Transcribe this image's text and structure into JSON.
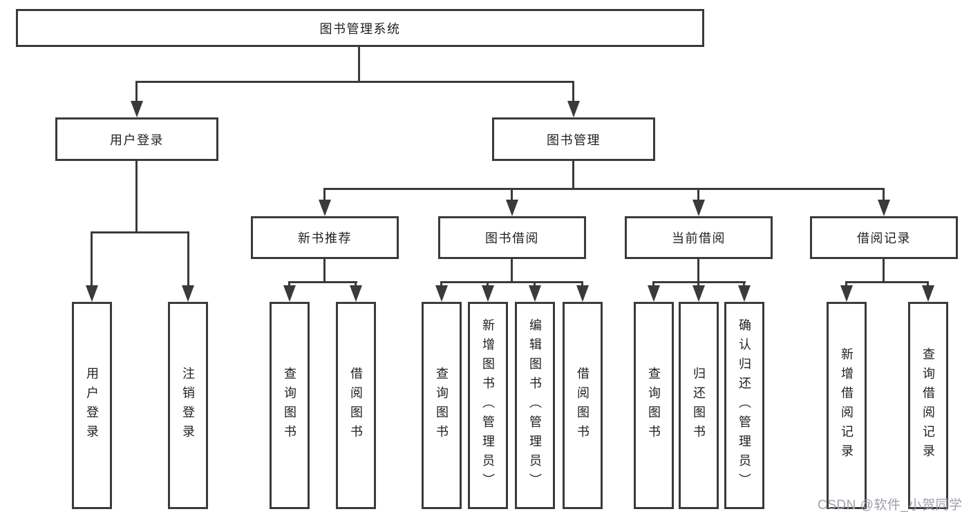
{
  "tree": {
    "root": {
      "label": "图书管理系统"
    },
    "children": [
      {
        "label": "用户登录",
        "children": [
          {
            "label": "用户登录"
          },
          {
            "label": "注销登录"
          }
        ]
      },
      {
        "label": "图书管理",
        "children": [
          {
            "label": "新书推荐",
            "children": [
              {
                "label": "查询图书"
              },
              {
                "label": "借阅图书"
              }
            ]
          },
          {
            "label": "图书借阅",
            "children": [
              {
                "label": "查询图书"
              },
              {
                "label": "新增图书（管理员）"
              },
              {
                "label": "编辑图书（管理员）"
              },
              {
                "label": "借阅图书"
              }
            ]
          },
          {
            "label": "当前借阅",
            "children": [
              {
                "label": "查询图书"
              },
              {
                "label": "归还图书"
              },
              {
                "label": "确认归还（管理员）"
              }
            ]
          },
          {
            "label": "借阅记录",
            "children": [
              {
                "label": "新增借阅记录"
              },
              {
                "label": "查询借阅记录"
              }
            ]
          }
        ]
      }
    ]
  },
  "watermark": {
    "text": "CSDN @软件_小贺同学"
  },
  "colors": {
    "line": "#3a3a3a",
    "box_background": "#ffffff",
    "text": "#1f1f1f",
    "watermark": "#9da0a8"
  }
}
